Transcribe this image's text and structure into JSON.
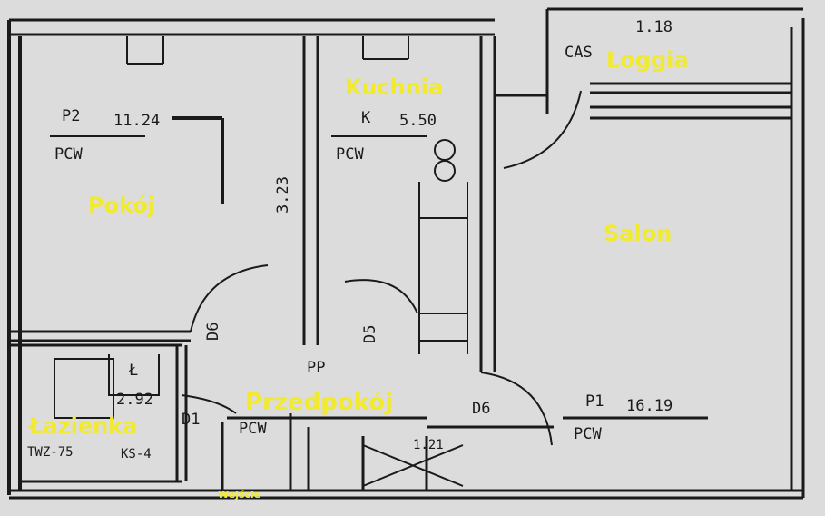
{
  "rooms": {
    "loggia": "Loggia",
    "kitchen": "Kuchnia",
    "room": "Pokój",
    "living": "Salon",
    "hall": "Przedpokój",
    "bathroom": "Łazienka",
    "entrance": "Wejście"
  },
  "annotations": {
    "room_code": "P2",
    "room_area": "11.24",
    "room_floor": "PCW",
    "room_dim": "3.23",
    "kitchen_code": "K",
    "kitchen_area": "5.50",
    "kitchen_floor": "PCW",
    "living_code": "P1",
    "living_area": "16.19",
    "living_floor": "PCW",
    "bath_code": "Ł",
    "bath_area": "2.92",
    "loggia_area": "1.18",
    "loggia_code": "CAS",
    "hall_code": "PP",
    "hall_floor": "PCW",
    "door_room": "D6",
    "door_kitchen": "D5",
    "door_living": "D6",
    "door_bath": "D1",
    "bath_fixture1": "TWZ-75",
    "bath_fixture2": "KS-4",
    "closet_area": "1.21"
  },
  "colors": {
    "label": "#f2ea2c",
    "wall": "#1a1a1a",
    "paper": "#dcdcdc"
  }
}
